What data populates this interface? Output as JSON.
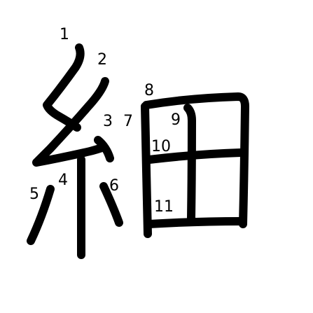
{
  "character": "細",
  "colors": {
    "background": "#ffffff",
    "stroke": "#000000",
    "number": "#000000"
  },
  "strokes": [
    {
      "order": 1,
      "label": "1"
    },
    {
      "order": 2,
      "label": "2"
    },
    {
      "order": 3,
      "label": "3"
    },
    {
      "order": 4,
      "label": "4"
    },
    {
      "order": 5,
      "label": "5"
    },
    {
      "order": 6,
      "label": "6"
    },
    {
      "order": 7,
      "label": "7"
    },
    {
      "order": 8,
      "label": "8"
    },
    {
      "order": 9,
      "label": "9"
    },
    {
      "order": 10,
      "label": "10"
    },
    {
      "order": 11,
      "label": "11"
    }
  ]
}
